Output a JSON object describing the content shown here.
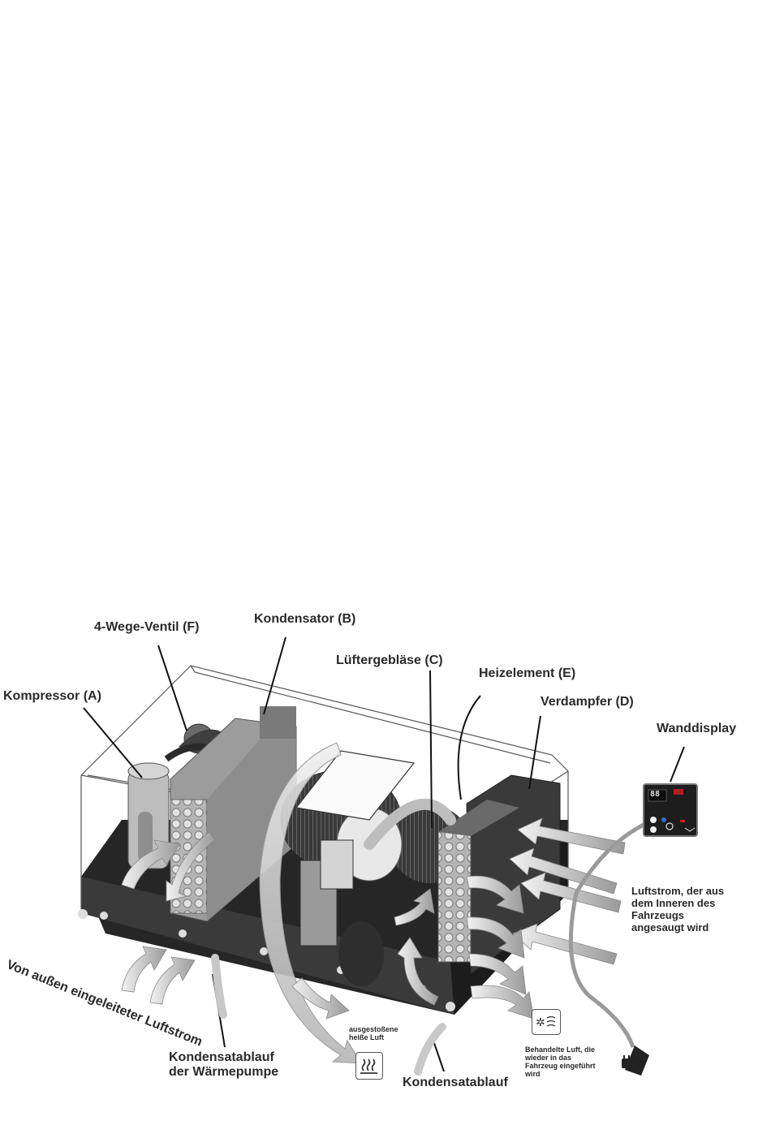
{
  "labels": {
    "kompressor": "Kompressor (A)",
    "ventil": "4-Wege-Ventil (F)",
    "kondensator": "Kondensator (B)",
    "luefter": "Lüftergebläse (C)",
    "heizelement": "Heizelement (E)",
    "verdampfer": "Verdampfer (D)",
    "wanddisplay": "Wanddisplay",
    "luftstrom_innen": [
      "Luftstrom, der aus",
      "dem Inneren des",
      "Fahrzeugs",
      "angesaugt wird"
    ],
    "luftstrom_aussen": "Von außen eingeleiteter Luftstrom",
    "kondensatablauf_wp": [
      "Kondensatablauf",
      "der Wärmepumpe"
    ],
    "heisse_luft": [
      "ausgestoßene",
      "heiße Luft"
    ],
    "kondensatablauf": "Kondensatablauf",
    "behandelte_luft": [
      "Behandelte Luft, die",
      "wieder in das",
      "Fahrzeug eingeführt",
      "wird"
    ]
  },
  "display": {
    "digits": "88"
  },
  "icons": [
    "heat-waves-icon",
    "fan-snowflake-icon",
    "power-plug-icon"
  ],
  "colors": {
    "dark": "#2b2b2b",
    "mid": "#8a8a8a",
    "light": "#c8c8c8",
    "accent_red": "#d02020",
    "accent_blue": "#2f6fcf"
  }
}
